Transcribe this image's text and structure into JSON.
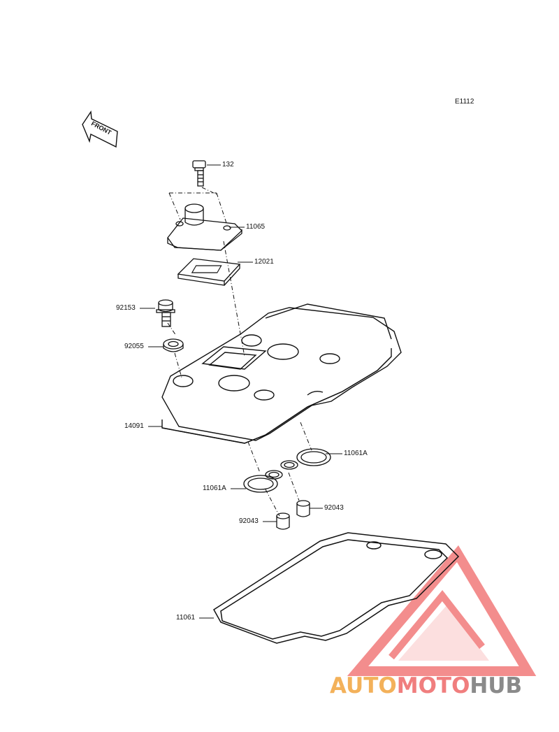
{
  "diagram_code": "E1112",
  "front_label": "FRONT",
  "parts": [
    {
      "id": "p132",
      "label": "132"
    },
    {
      "id": "p11065",
      "label": "11065"
    },
    {
      "id": "p12021",
      "label": "12021"
    },
    {
      "id": "p92153",
      "label": "92153"
    },
    {
      "id": "p92055",
      "label": "92055"
    },
    {
      "id": "p14091",
      "label": "14091"
    },
    {
      "id": "p11061A_right",
      "label": "11061A"
    },
    {
      "id": "p11061A_left",
      "label": "11061A"
    },
    {
      "id": "p92043_right",
      "label": "92043"
    },
    {
      "id": "p92043_left",
      "label": "92043"
    },
    {
      "id": "p11061",
      "label": "11061"
    }
  ],
  "watermark": {
    "word1": "AUTO",
    "word2": "MOTO",
    "word3": "HUB",
    "colors": {
      "auto": "#f3b15a",
      "moto": "#f07e7e",
      "hub": "#8a8a8a",
      "triangle": "#f27a7a"
    }
  }
}
